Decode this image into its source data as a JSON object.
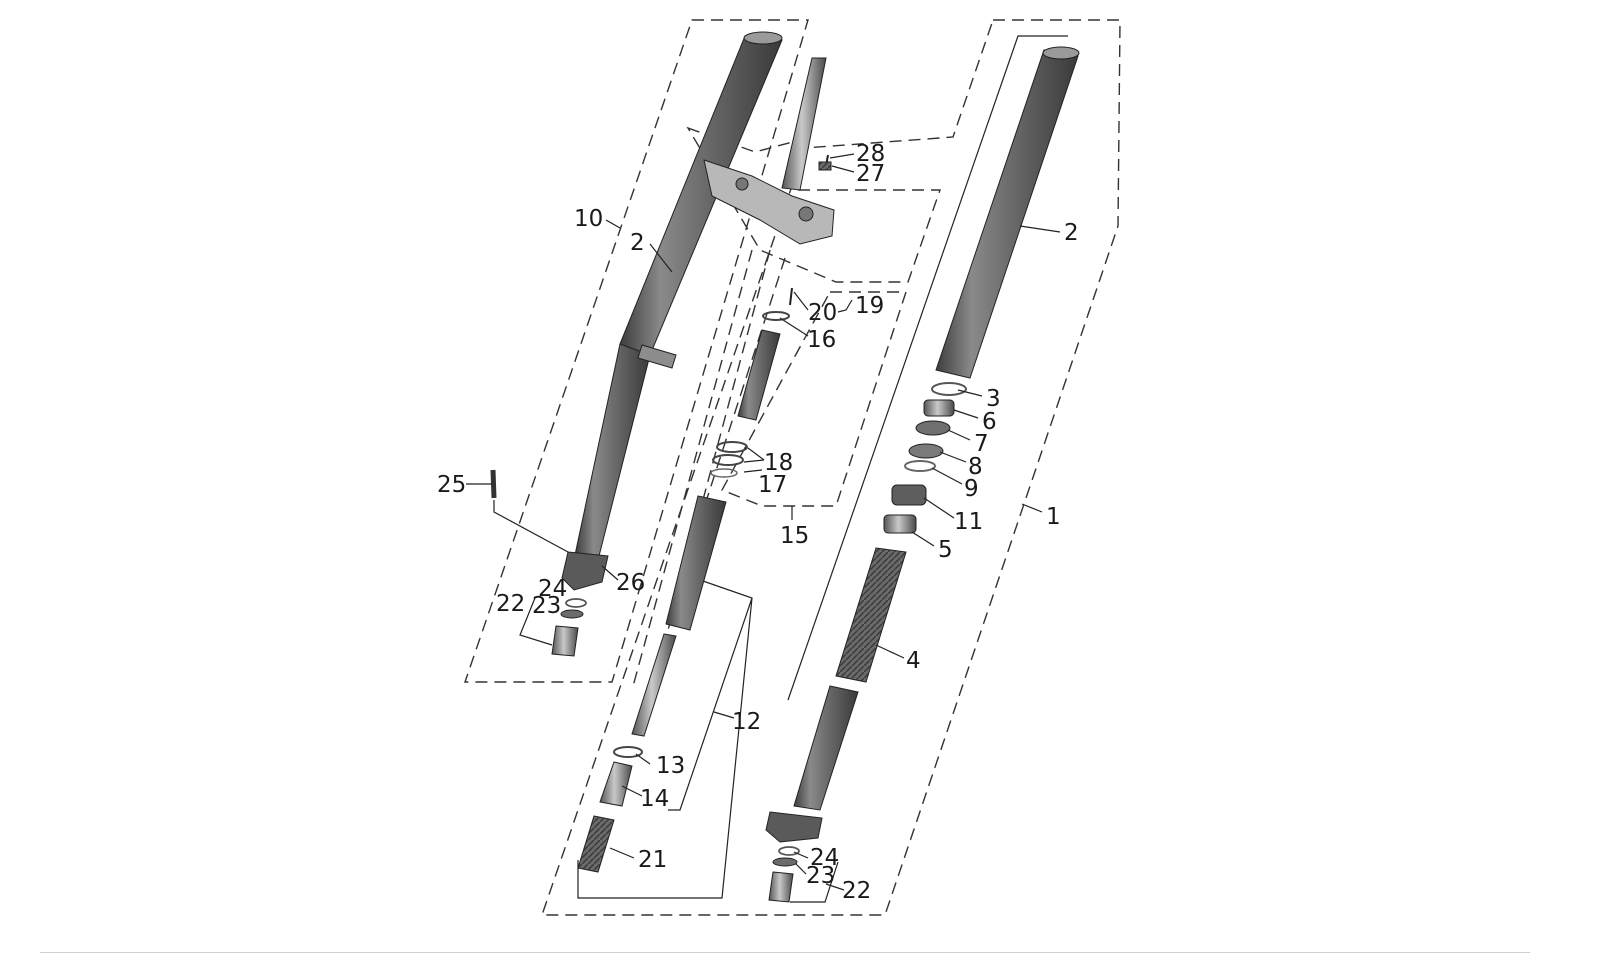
{
  "diagram": {
    "callouts": {
      "c1": "1",
      "c2a": "2",
      "c2b": "2",
      "c3": "3",
      "c4": "4",
      "c5": "5",
      "c6": "6",
      "c7": "7",
      "c8": "8",
      "c9": "9",
      "c10": "10",
      "c11": "11",
      "c12": "12",
      "c13": "13",
      "c14": "14",
      "c15": "15",
      "c16": "16",
      "c17": "17",
      "c18": "18",
      "c19": "19",
      "c20": "20",
      "c21": "21",
      "c22a": "22",
      "c22b": "22",
      "c23a": "23",
      "c23b": "23",
      "c24a": "24",
      "c24b": "24",
      "c25": "25",
      "c26": "26",
      "c27": "27",
      "c28": "28"
    }
  }
}
